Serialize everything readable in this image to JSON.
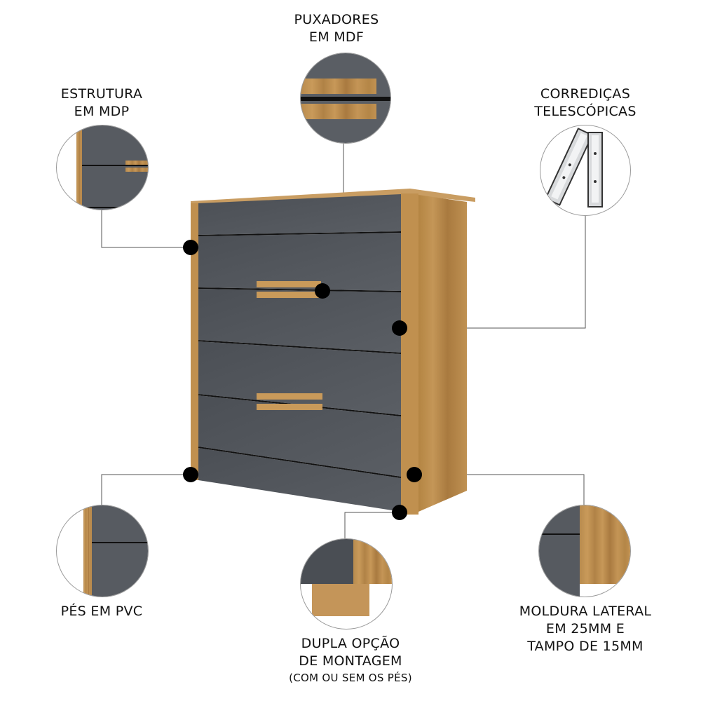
{
  "callouts": {
    "puxadores": {
      "lines": [
        "PUXADORES",
        "EM MDF"
      ]
    },
    "estrutura": {
      "lines": [
        "ESTRUTURA",
        "EM MDP"
      ]
    },
    "corredicas": {
      "lines": [
        "CORREDIÇAS",
        "TELESCÓPICAS"
      ]
    },
    "pes": {
      "lines": [
        "PÉS EM PVC"
      ]
    },
    "dupla": {
      "lines": [
        "DUPLA OPÇÃO",
        "DE MONTAGEM"
      ],
      "note": "(COM OU SEM OS PÉS)"
    },
    "moldura": {
      "lines": [
        "MOLDURA LATERAL",
        "EM 25MM E",
        "TAMPO DE 15MM"
      ]
    }
  },
  "colors": {
    "front": "#4f5359",
    "wood": "#b88b4e",
    "dot": "#000000",
    "line": "#444444"
  }
}
